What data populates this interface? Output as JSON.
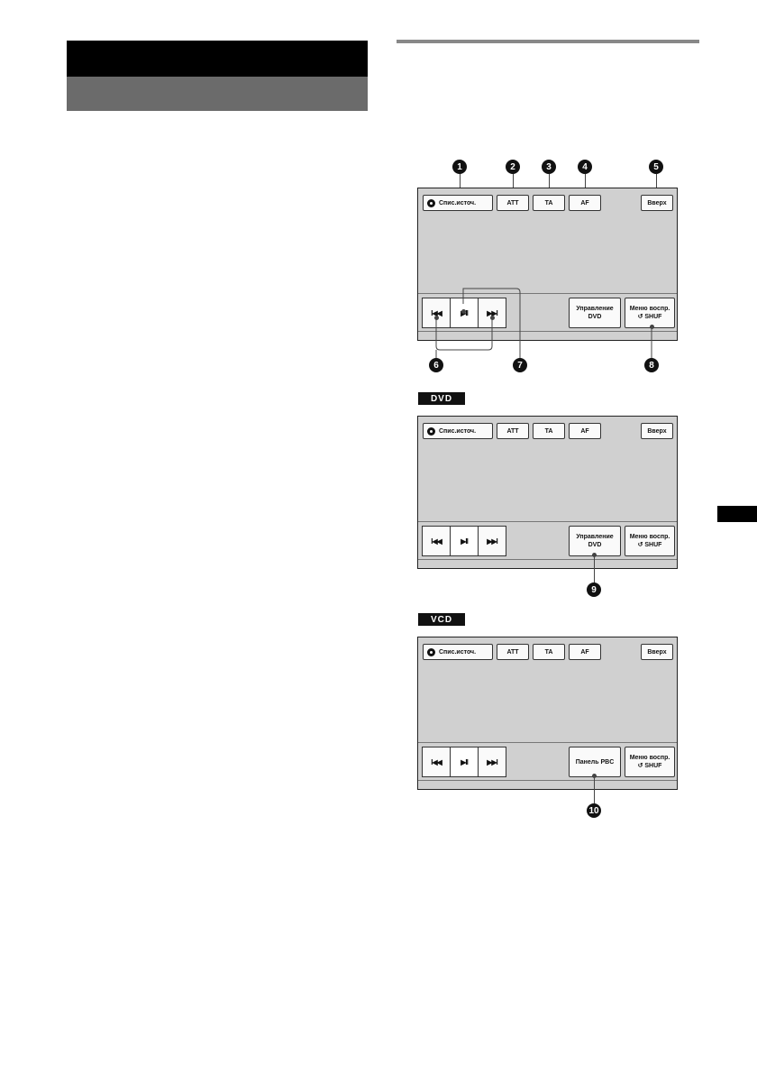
{
  "labels": {
    "dvd": "DVD",
    "vcd": "VCD"
  },
  "screen_common": {
    "source_list": "Спис.источ.",
    "att": "ATT",
    "ta": "TA",
    "af": "AF",
    "up": "Вверх",
    "prev": "I◀◀",
    "play_pause": "▶II",
    "next": "▶▶I",
    "play_menu_line1": "Меню воспр.",
    "play_menu_line2": "↺ SHUF"
  },
  "screen_dvd": {
    "dvd_control_line1": "Управление",
    "dvd_control_line2": "DVD"
  },
  "screen_vcd": {
    "pbc_panel": "Панель PBC"
  },
  "callouts": [
    "1",
    "2",
    "3",
    "4",
    "5",
    "6",
    "7",
    "8",
    "9",
    "10"
  ]
}
